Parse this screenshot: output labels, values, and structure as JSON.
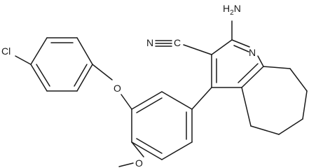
{
  "atoms": {
    "cl": "Cl",
    "o_ether": "O",
    "o_methoxy": "O",
    "nh2_main": "H",
    "nh2_n": "N",
    "nh2_sub": "2",
    "nitrile_n": "N",
    "nitrile_c": "C",
    "ring_n": "N"
  }
}
